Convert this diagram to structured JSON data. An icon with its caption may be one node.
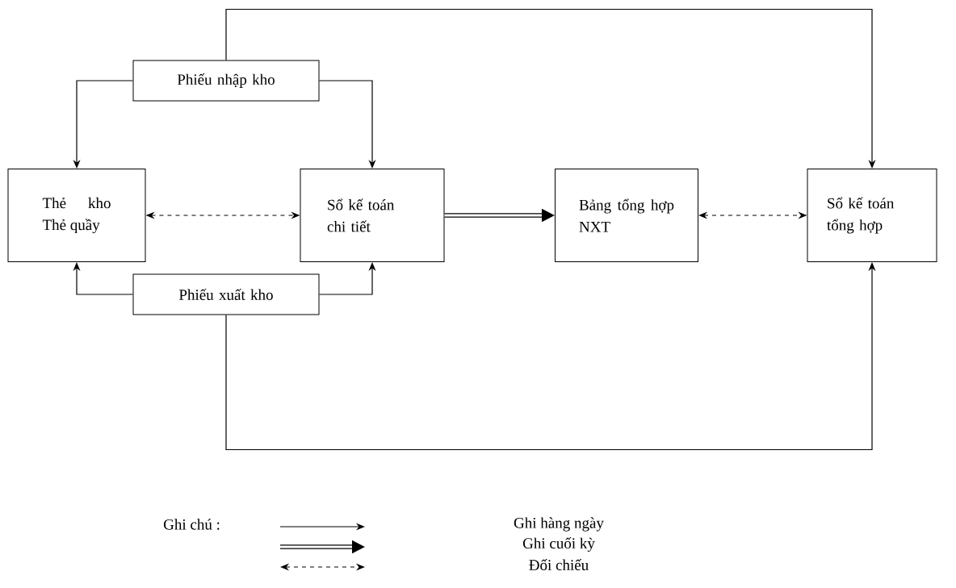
{
  "diagram": {
    "nodes": [
      {
        "text": [
          "Phiếu nhập kho"
        ]
      },
      {
        "text": [
          "Thẻ kho Thẻ quầy"
        ]
      },
      {
        "text": [
          "Sổ kế toán chi tiết"
        ]
      },
      {
        "text": [
          "Bảng tổng hợp NXT"
        ]
      },
      {
        "text": [
          "Sổ kế toán tổng hợp"
        ]
      },
      {
        "text": [
          "Phiếu xuất kho"
        ]
      }
    ],
    "edges": [
      {
        "from": 0,
        "to": 1,
        "arrow": "to"
      },
      {
        "from": 0,
        "to": 2,
        "arrow": "to"
      },
      {
        "from": 0,
        "to": 4,
        "arrow": "to"
      },
      {
        "from": 1,
        "to": 2,
        "arrow": "both",
        "style": "dashed"
      },
      {
        "from": 2,
        "to": 3,
        "arrow": "to",
        "style": "thick"
      },
      {
        "from": 3,
        "to": 4,
        "arrow": "both",
        "style": "dashed"
      },
      {
        "from": 5,
        "to": 1,
        "arrow": "to"
      },
      {
        "from": 5,
        "to": 2,
        "arrow": "to"
      },
      {
        "from": 5,
        "to": 4,
        "arrow": "to"
      }
    ],
    "labels": [
      "Ghi chú :"
    ],
    "legend": [
      {
        "text": "Ghi hàng ngày"
      },
      {
        "text": "Ghi cuối kỳ"
      },
      {
        "text": "Đối chiếu"
      }
    ]
  }
}
